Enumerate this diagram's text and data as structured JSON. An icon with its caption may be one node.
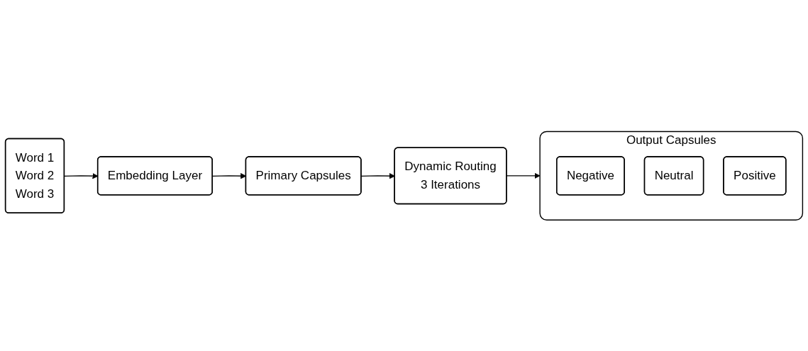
{
  "diagram": {
    "nodes": [
      {
        "text": [
          "Word 1",
          "Word 2",
          "Word 3"
        ]
      },
      {
        "text": [
          "Embedding Layer"
        ]
      },
      {
        "text": [
          "Primary Capsules"
        ]
      },
      {
        "text": [
          "Dynamic Routing",
          "3 Iterations"
        ]
      },
      {
        "text": [
          "Output Capsules"
        ]
      },
      {
        "text": [
          "Negative"
        ],
        "in": 4
      },
      {
        "text": [
          "Neutral"
        ],
        "in": 4
      },
      {
        "text": [
          "Positive"
        ],
        "in": 4
      }
    ],
    "edges": [
      {
        "from": 0,
        "to": 1,
        "arrow": "to"
      },
      {
        "from": 1,
        "to": 2,
        "arrow": "to"
      },
      {
        "from": 2,
        "to": 3,
        "arrow": "to"
      },
      {
        "from": 3,
        "to": 4,
        "arrow": "to"
      }
    ]
  }
}
